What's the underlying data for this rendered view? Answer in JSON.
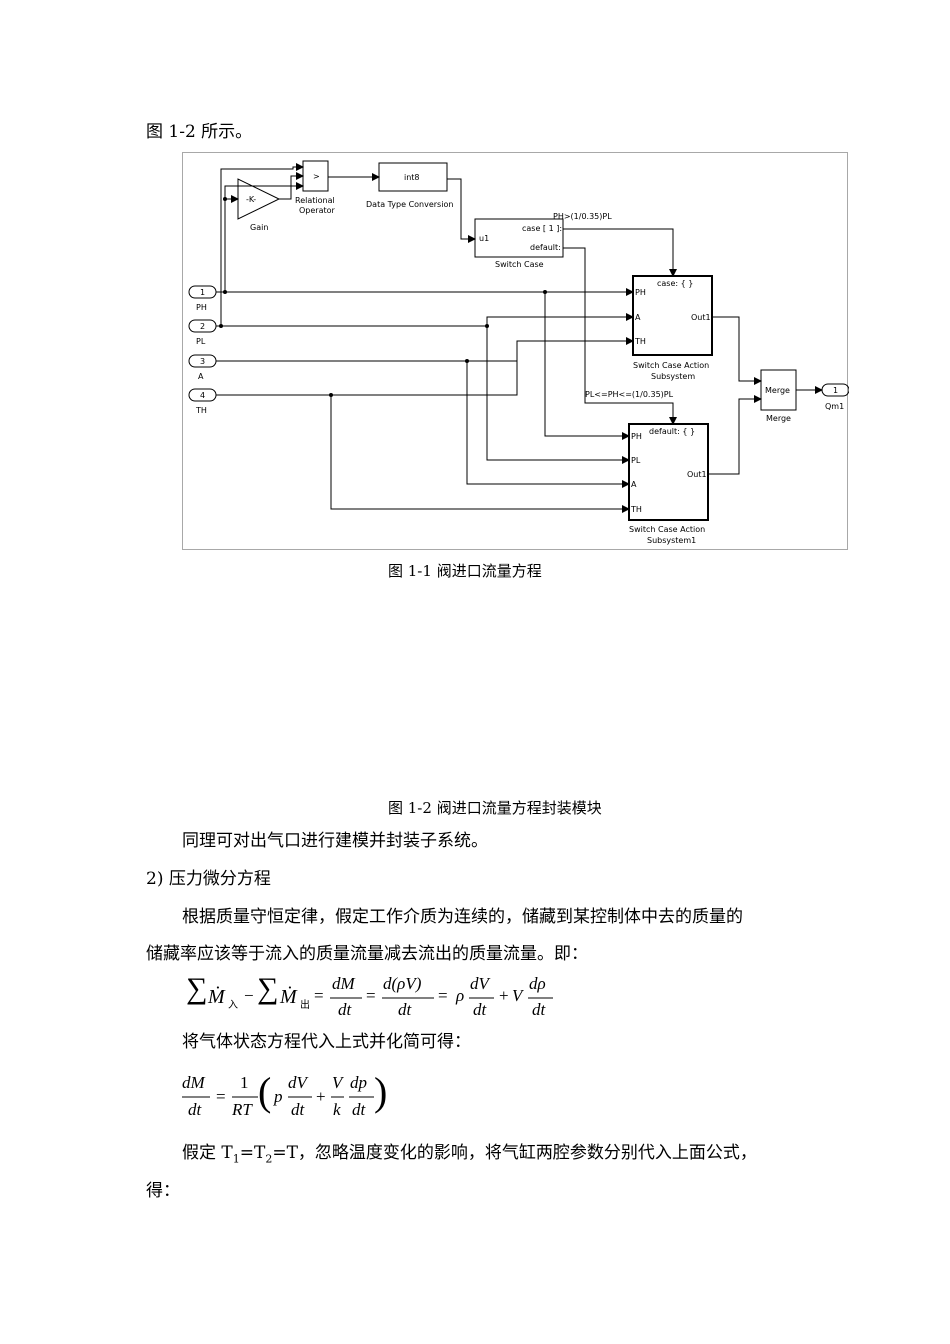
{
  "intro_line": "图 1-2 所示。",
  "diagram": {
    "blocks": {
      "gain": "-K-",
      "gain_label": "Gain",
      "relop_symbol": ">",
      "relop_label_1": "Relational",
      "relop_label_2": "Operator",
      "dtc_value": "int8",
      "dtc_label": "Data Type Conversion",
      "switch_input": "u1",
      "switch_case": "case [ 1 ]:",
      "switch_default": "default:",
      "switch_label": "Switch Case",
      "sub1_head": "case: { }",
      "sub1_label_1": "Switch Case Action",
      "sub1_label_2": "Subsystem",
      "sub2_head": "default: { }",
      "sub2_label_1": "Switch Case Action",
      "sub2_label_2": "Subsystem1",
      "port_ph": "PH",
      "port_pl": "PL",
      "port_a": "A",
      "port_th": "TH",
      "out_port": "Out1",
      "merge_inner": "Merge",
      "merge_label": "Merge",
      "cond1": "PH>(1/0.35)PL",
      "cond2": "PL<=PH<=(1/0.35)PL"
    },
    "inports": [
      {
        "num": "1",
        "name": "PH"
      },
      {
        "num": "2",
        "name": "PL"
      },
      {
        "num": "3",
        "name": "A"
      },
      {
        "num": "4",
        "name": "TH"
      }
    ],
    "outport": {
      "num": "1",
      "name": "Qm1"
    }
  },
  "caption_1": "图 1-1  阀进口流量方程",
  "caption_2": "图 1-2  阀进口流量方程封装模块",
  "para_1": "同理可对出气口进行建模并封装子系统。",
  "heading_2": "2)  压力微分方程",
  "para_2_line1": "根据质量守恒定律，假定工作介质为连续的，储藏到某控制体中去的质量的",
  "para_2_line2": "储藏率应该等于流入的质量流量减去流出的质量流量。即：",
  "eq1": {
    "sum": "∑",
    "mdot": "Ṁ",
    "sub_in": "入",
    "minus": "−",
    "sub_out": "出",
    "eq": "=",
    "dM": "dM",
    "dt": "dt",
    "drhoV": "d(ρV)",
    "rho": "ρ",
    "dV": "dV",
    "plus": "+",
    "V": "V",
    "drho": "dρ"
  },
  "para_3": "将气体状态方程代入上式并化简可得：",
  "eq2": {
    "dM": "dM",
    "dt": "dt",
    "eq": "=",
    "one": "1",
    "RT": "RT",
    "p": "p",
    "dV": "dV",
    "plus": "+",
    "V": "V",
    "k": "k",
    "dp": "dp"
  },
  "para_4_a": "假定 T",
  "para_4_s1": "1",
  "para_4_b": "=T",
  "para_4_s2": "2",
  "para_4_c": "=T，忽略温度变化的影响，将气缸两腔参数分别代入上面公式，",
  "para_4_line2": "得："
}
